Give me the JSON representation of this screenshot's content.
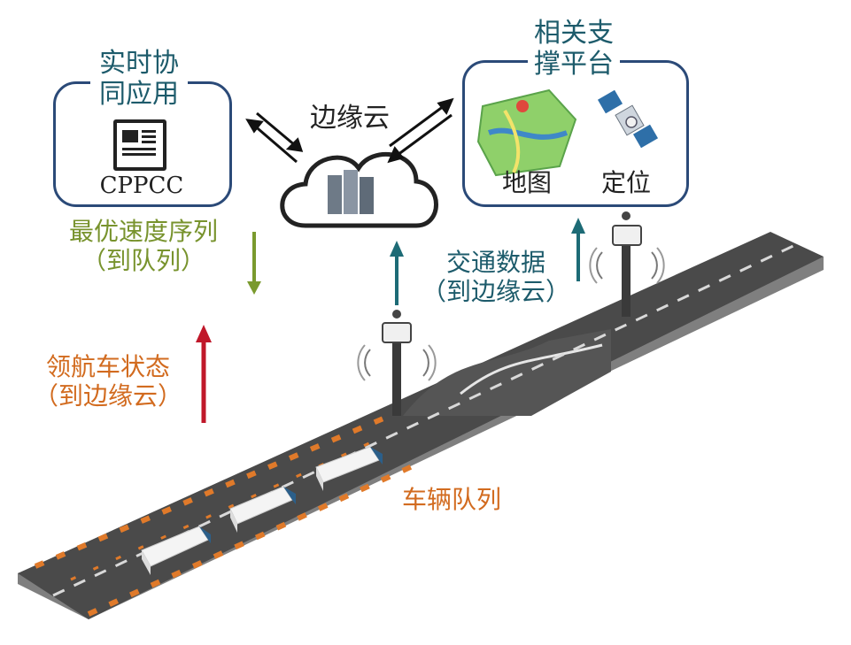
{
  "app": {
    "title_block": "实时协\n同应用",
    "app_label": "CPPCC"
  },
  "edge_cloud": {
    "label": "边缘云"
  },
  "support": {
    "title": "相关支\n撑平台",
    "map_label": "地图",
    "positioning_label": "定位"
  },
  "flows": {
    "speed_sequence": "最优速度序列\n（到队列）",
    "leader_state": "领航车状态\n（到边缘云）",
    "traffic_data": "交通数据\n（到边缘云）"
  },
  "platoon": {
    "label": "车辆队列"
  },
  "colors": {
    "box_border": "#2b4a78",
    "green_arrow": "#7a9a2e",
    "red_arrow": "#c0182a",
    "teal_arrow": "#1d6b76",
    "title_text": "#1d5b6b",
    "orange_text": "#d26b1f"
  },
  "icons": [
    "newspaper-icon",
    "server-icon",
    "cloud-icon",
    "map-icon",
    "satellite-icon",
    "antenna-pole-icon",
    "truck-icon"
  ]
}
